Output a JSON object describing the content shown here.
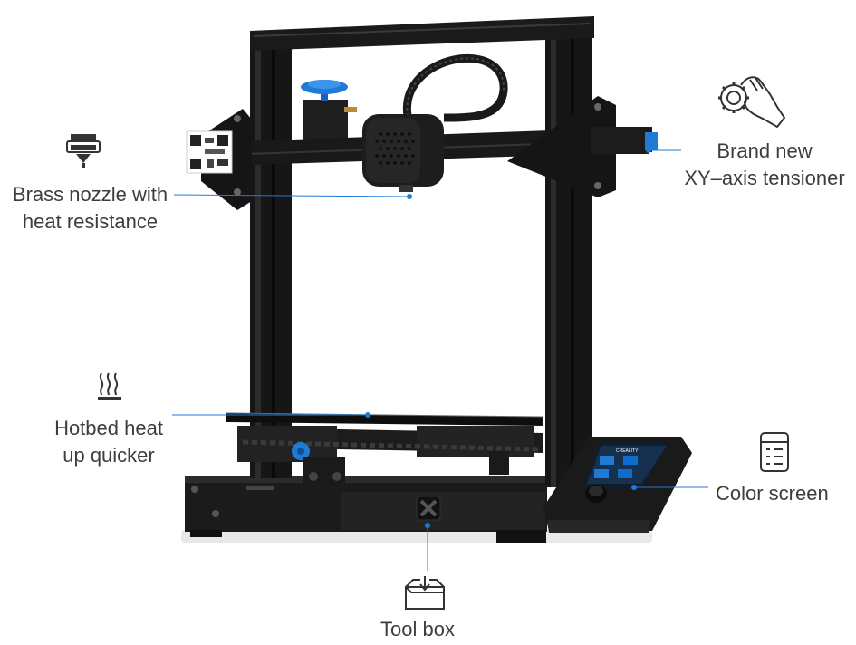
{
  "features": {
    "nozzle": {
      "line1": "Brass nozzle with",
      "line2": "heat resistance",
      "icon": "nozzle-icon"
    },
    "tensioner": {
      "line1": "Brand new",
      "line2": "XY–axis tensioner",
      "icon": "hand-gear-icon"
    },
    "hotbed": {
      "line1": "Hotbed heat",
      "line2": "up quicker",
      "icon": "heat-waves-icon"
    },
    "screen": {
      "label": "Color screen",
      "icon": "document-list-icon"
    },
    "toolbox": {
      "label": "Tool box",
      "icon": "box-arrow-icon"
    }
  },
  "printer": {
    "screen_brand": "CREALITY"
  },
  "colors": {
    "accent": "#1f7ad6",
    "frame": "#161616",
    "text": "#3d3d3d"
  }
}
